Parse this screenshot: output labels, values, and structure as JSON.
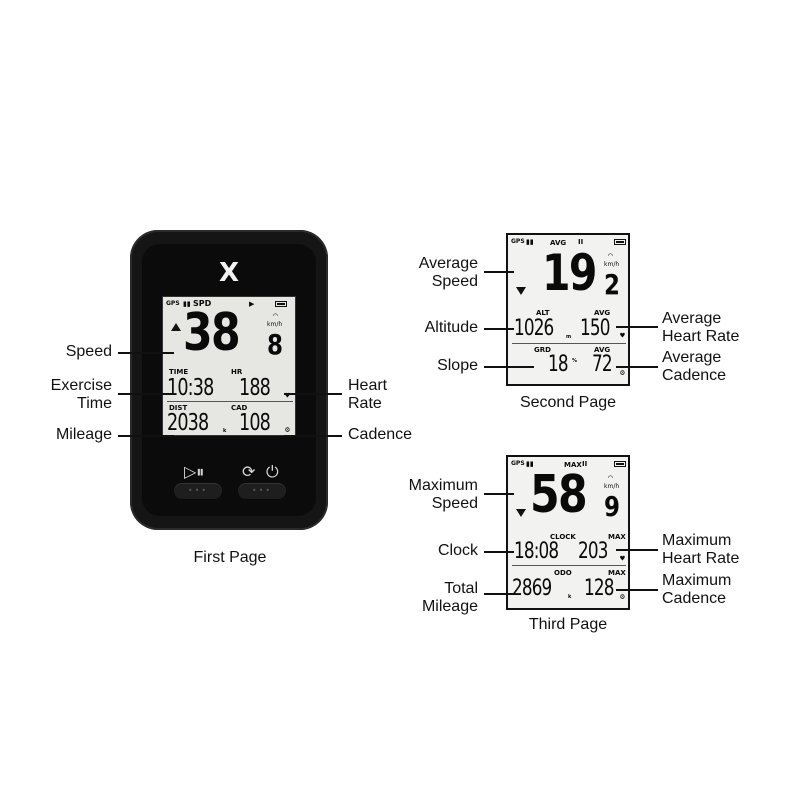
{
  "first_page": {
    "caption": "First Page",
    "logo": "X",
    "screen": {
      "status": "SPD",
      "gps_tag": "GPS",
      "speed_main": "38",
      "speed_decimal": "8",
      "speed_unit": "km/h",
      "time_label": "TIME",
      "time_value": "10:38",
      "hr_label": "HR",
      "hr_value": "188",
      "dist_label": "DIST",
      "dist_value": "2038",
      "dist_unit": "k",
      "cad_label": "CAD",
      "cad_value": "108"
    },
    "callouts": {
      "speed": "Speed",
      "exercise_time": "Exercise\nTime",
      "mileage": "Mileage",
      "heart_rate": "Heart\nRate",
      "cadence": "Cadence"
    },
    "controls": {
      "play_pause_icon": "play-pause-icon",
      "refresh_icon": "refresh-icon",
      "power_icon": "power-icon"
    }
  },
  "second_page": {
    "caption": "Second Page",
    "screen": {
      "gps_tag": "GPS",
      "mode": "AVG",
      "speed_main": "19",
      "speed_decimal": "2",
      "speed_unit": "km/h",
      "alt_label": "ALT",
      "alt_value": "1026",
      "alt_unit": "m",
      "avg_hr_label": "AVG",
      "avg_hr_value": "150",
      "grd_label": "GRD",
      "grd_value": "18",
      "grd_unit": "%",
      "avg_cad_label": "AVG",
      "avg_cad_value": "72"
    },
    "callouts": {
      "average_speed": "Average\nSpeed",
      "altitude": "Altitude",
      "slope": "Slope",
      "average_heart_rate": "Average\nHeart Rate",
      "average_cadence": "Average\nCadence"
    }
  },
  "third_page": {
    "caption": "Third Page",
    "screen": {
      "gps_tag": "GPS",
      "mode": "MAX",
      "speed_main": "58",
      "speed_decimal": "9",
      "speed_unit": "km/h",
      "clock_label": "CLOCK",
      "clock_value": "18:08",
      "max_hr_label": "MAX",
      "max_hr_value": "203",
      "odo_label": "ODO",
      "odo_value": "2869",
      "odo_unit": "k",
      "max_cad_label": "MAX",
      "max_cad_value": "128"
    },
    "callouts": {
      "maximum_speed": "Maximum\nSpeed",
      "clock": "Clock",
      "total_mileage": "Total\nMileage",
      "maximum_heart_rate": "Maximum\nHeart Rate",
      "maximum_cadence": "Maximum\nCadence"
    }
  },
  "colors": {
    "lcd_background": "#e6e6e2",
    "device_body": "#151515",
    "ink": "#111111"
  }
}
